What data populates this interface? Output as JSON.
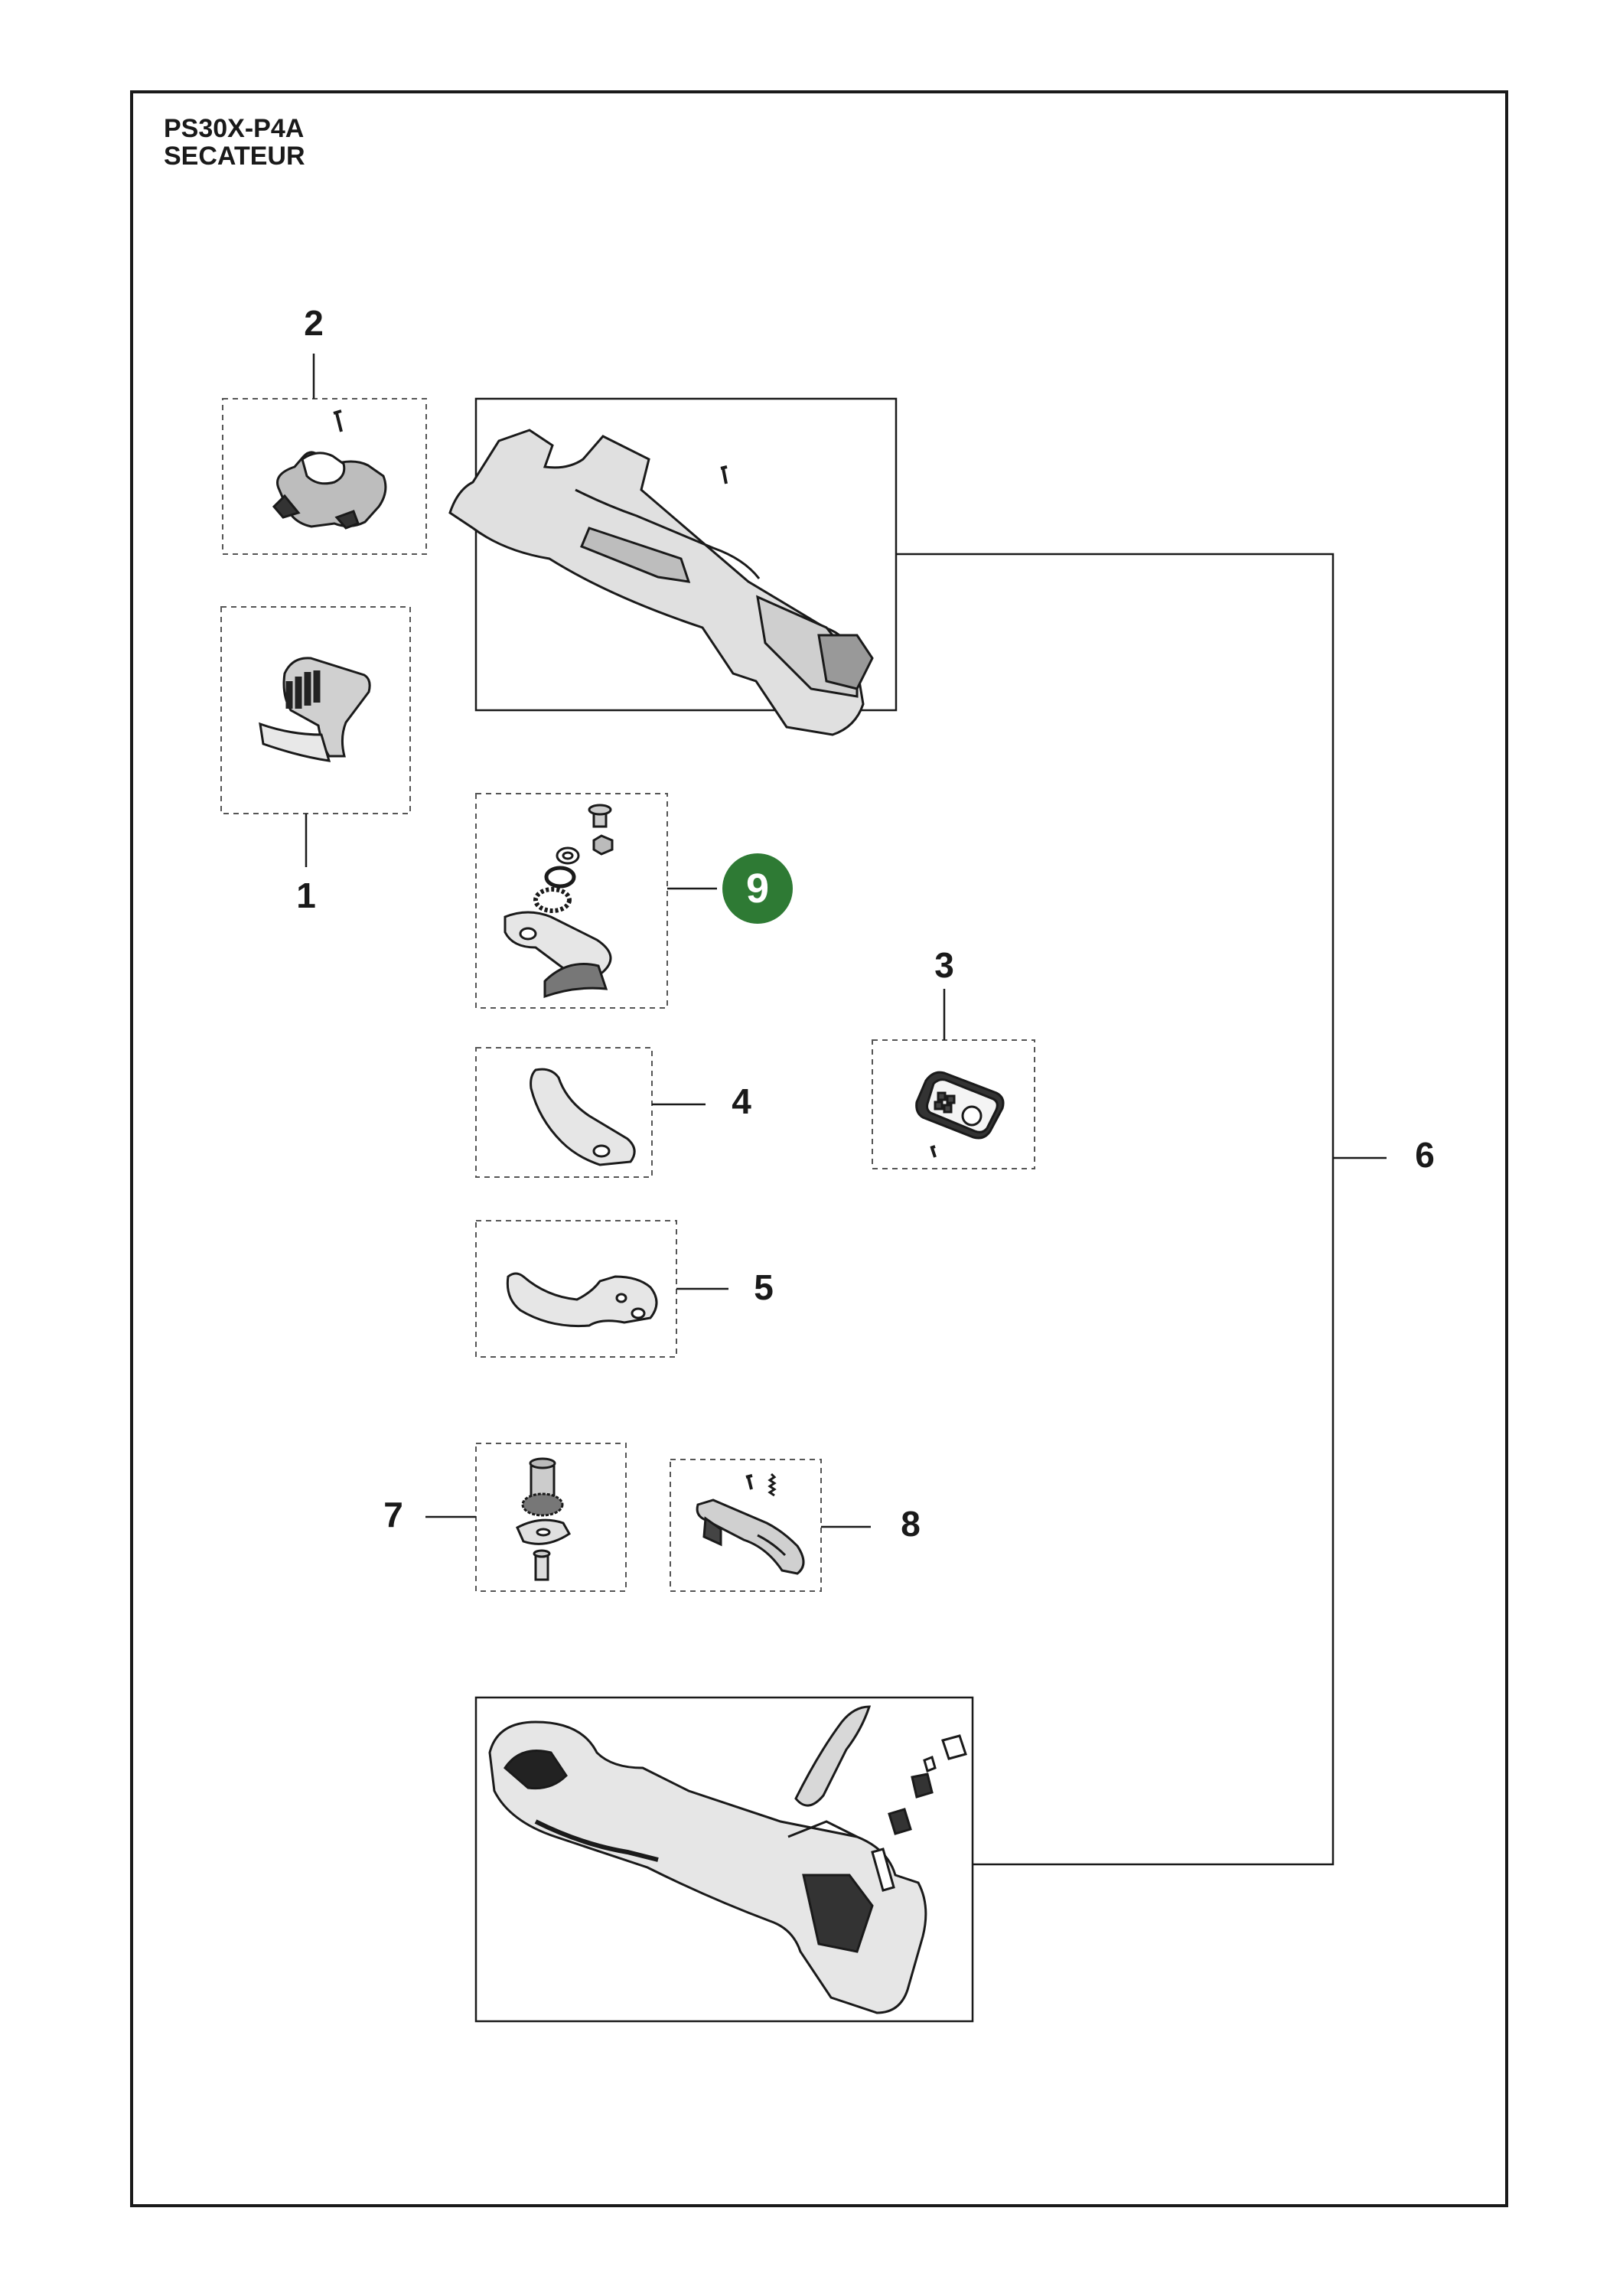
{
  "header": {
    "model": "PS30X-P4A",
    "product": "SECATEUR"
  },
  "callouts": {
    "item_1": "1",
    "item_2": "2",
    "item_3": "3",
    "item_4": "4",
    "item_5": "5",
    "item_6": "6",
    "item_7": "7",
    "item_8": "8",
    "item_9": "9"
  },
  "colors": {
    "highlight_badge": "#2e7a34",
    "line": "#1a1a1a",
    "dashed_frame": "#555555"
  }
}
